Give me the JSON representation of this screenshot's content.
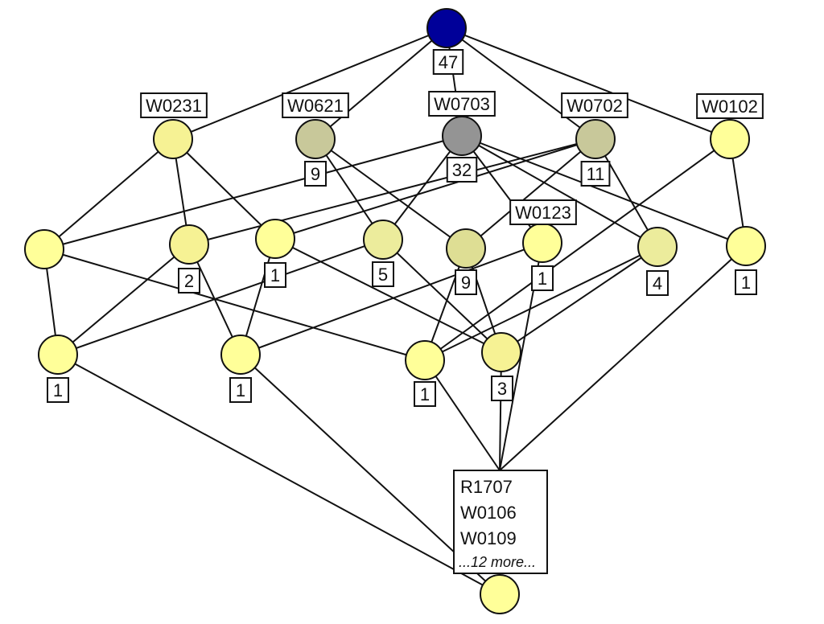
{
  "colors": {
    "top": "#000099",
    "dark_gray": "#949494",
    "olive": "#c8c89a",
    "khaki": "#dede94",
    "pale_khaki": "#ecec9c",
    "light": "#f6f294",
    "pale_yellow": "#ffff99"
  },
  "nodes": [
    {
      "id": "top",
      "color": "top",
      "count": "47",
      "attrs": []
    },
    {
      "id": "w0231",
      "color": "light",
      "count": "",
      "attrs": [
        "W0231"
      ]
    },
    {
      "id": "w0621",
      "color": "olive",
      "count": "9",
      "attrs": [
        "W0621"
      ]
    },
    {
      "id": "w0703",
      "color": "dark_gray",
      "count": "32",
      "attrs": [
        "W0703"
      ]
    },
    {
      "id": "w0702",
      "color": "olive",
      "count": "11",
      "attrs": [
        "W0702"
      ]
    },
    {
      "id": "w0102",
      "color": "pale_yellow",
      "count": "",
      "attrs": [
        "W0102"
      ]
    },
    {
      "id": "m1",
      "color": "pale_yellow",
      "count": "",
      "attrs": []
    },
    {
      "id": "m2",
      "color": "light",
      "count": "2",
      "attrs": []
    },
    {
      "id": "m3",
      "color": "pale_yellow",
      "count": "1",
      "attrs": []
    },
    {
      "id": "m4",
      "color": "pale_khaki",
      "count": "5",
      "attrs": []
    },
    {
      "id": "m5",
      "color": "khaki",
      "count": "9",
      "attrs": []
    },
    {
      "id": "w0123",
      "color": "pale_yellow",
      "count": "1",
      "attrs": [
        "W0123"
      ]
    },
    {
      "id": "m7",
      "color": "pale_khaki",
      "count": "4",
      "attrs": []
    },
    {
      "id": "m8",
      "color": "pale_yellow",
      "count": "1",
      "attrs": []
    },
    {
      "id": "l1",
      "color": "pale_yellow",
      "count": "1",
      "attrs": []
    },
    {
      "id": "l2",
      "color": "pale_yellow",
      "count": "1",
      "attrs": []
    },
    {
      "id": "l3",
      "color": "pale_yellow",
      "count": "1",
      "attrs": []
    },
    {
      "id": "l4",
      "color": "light",
      "count": "3",
      "attrs": []
    },
    {
      "id": "bottom",
      "color": "pale_yellow",
      "count": "",
      "attrs": [
        "R1707",
        "W0106",
        "W0109"
      ],
      "more": "...12 more..."
    }
  ],
  "edges": [
    [
      "top",
      "w0231"
    ],
    [
      "top",
      "w0621"
    ],
    [
      "top",
      "w0703"
    ],
    [
      "top",
      "w0702"
    ],
    [
      "top",
      "w0102"
    ],
    [
      "w0231",
      "m1"
    ],
    [
      "w0231",
      "m2"
    ],
    [
      "w0231",
      "m3"
    ],
    [
      "w0621",
      "m4"
    ],
    [
      "w0621",
      "m5"
    ],
    [
      "w0703",
      "m4"
    ],
    [
      "w0703",
      "m1"
    ],
    [
      "w0703",
      "w0123"
    ],
    [
      "w0703",
      "m7"
    ],
    [
      "w0703",
      "m8"
    ],
    [
      "w0702",
      "m2"
    ],
    [
      "w0702",
      "m3"
    ],
    [
      "w0702",
      "m5"
    ],
    [
      "w0702",
      "m7"
    ],
    [
      "w0102",
      "m8"
    ],
    [
      "w0102",
      "l3"
    ],
    [
      "m1",
      "l1"
    ],
    [
      "m1",
      "l3"
    ],
    [
      "m2",
      "l1"
    ],
    [
      "m2",
      "l2"
    ],
    [
      "m3",
      "l2"
    ],
    [
      "m3",
      "l4"
    ],
    [
      "m4",
      "l1"
    ],
    [
      "m4",
      "l4"
    ],
    [
      "m5",
      "l3"
    ],
    [
      "m5",
      "l4"
    ],
    [
      "w0123",
      "l2"
    ],
    [
      "w0123",
      "bottom"
    ],
    [
      "m7",
      "l3"
    ],
    [
      "m7",
      "l4"
    ],
    [
      "m8",
      "bottom"
    ],
    [
      "l1",
      "bottom"
    ],
    [
      "l2",
      "bottom"
    ],
    [
      "l3",
      "bottom"
    ],
    [
      "l4",
      "bottom"
    ]
  ]
}
